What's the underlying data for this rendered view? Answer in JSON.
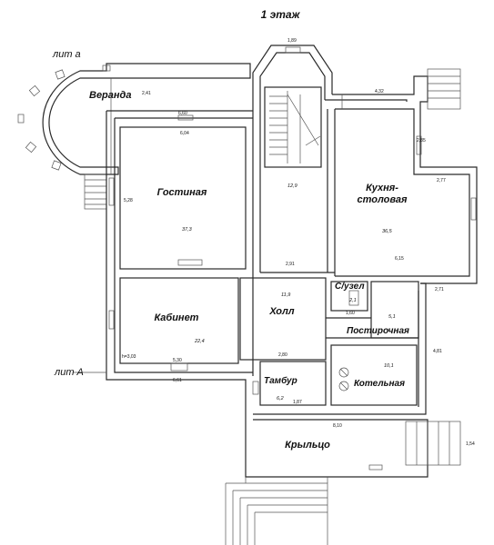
{
  "title": "1 этаж",
  "lit_a_lower": "лит а",
  "lit_A_upper": "лит А",
  "rooms": {
    "veranda": "Веранда",
    "living": "Гостиная",
    "kitchen_line1": "Кухня-",
    "kitchen_line2": "столовая",
    "hall": "Холл",
    "cabinet": "Кабинет",
    "wc": "С/узел",
    "laundry": "Постирочная",
    "vestibule": "Тамбур",
    "boiler": "Котельная",
    "porch": "Крыльцо"
  },
  "areas": {
    "living": "37,3",
    "kitchen": "36,5",
    "stair": "12,9",
    "hall": "11,9",
    "cabinet": "22,4",
    "wc": "2,1",
    "laundry": "5,1",
    "boiler": "10,1",
    "vestibule": "6,2"
  },
  "dims": {
    "d1": "1,89",
    "d2": "6,60",
    "d3": "6,04",
    "d4": "4,32",
    "d5": "5,28",
    "d6": "2,91",
    "d7": "6,15",
    "d8": "2,77",
    "d9": "2,71",
    "d10": "5,30",
    "d11": "6,61",
    "d12": "8,10",
    "d13": "1,87",
    "d14": "2,85",
    "d15": "4,81",
    "d16": "1,60",
    "d17": "h=3,03",
    "d18": "2,80",
    "d19": "1,54",
    "d20": "2,41"
  }
}
